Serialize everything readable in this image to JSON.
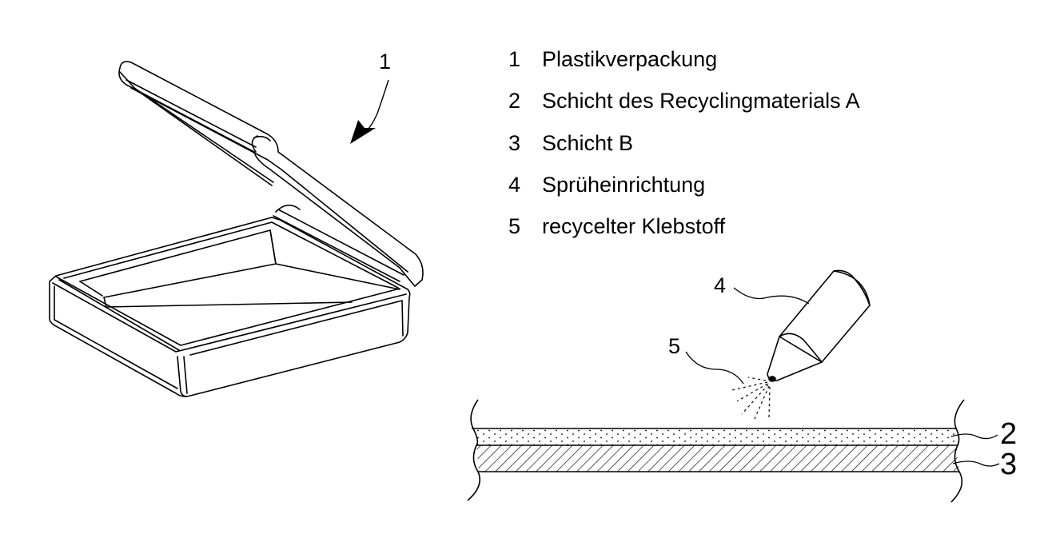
{
  "legend": [
    {
      "number": "1",
      "text": "Plastikverpackung"
    },
    {
      "number": "2",
      "text": "Schicht des Recyclingmaterials A"
    },
    {
      "number": "3",
      "text": "Schicht B"
    },
    {
      "number": "4",
      "text": "Sprüheinrichtung"
    },
    {
      "number": "5",
      "text": "recycelter Klebstoff"
    }
  ],
  "callouts": {
    "packaging": "1",
    "sprayer": "4",
    "adhesive": "5",
    "layer_a": "2",
    "layer_b": "3"
  }
}
